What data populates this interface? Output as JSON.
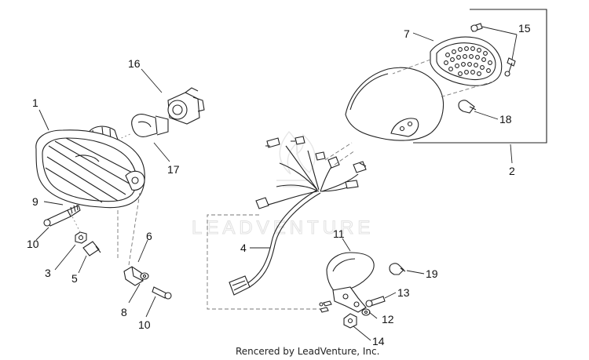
{
  "diagram": {
    "callouts": [
      {
        "id": "c1",
        "number": "1"
      },
      {
        "id": "c16",
        "number": "16"
      },
      {
        "id": "c17",
        "number": "17"
      },
      {
        "id": "c9",
        "number": "9"
      },
      {
        "id": "c10a",
        "number": "10"
      },
      {
        "id": "c3",
        "number": "3"
      },
      {
        "id": "c5",
        "number": "5"
      },
      {
        "id": "c6",
        "number": "6"
      },
      {
        "id": "c8",
        "number": "8"
      },
      {
        "id": "c10b",
        "number": "10"
      },
      {
        "id": "c4",
        "number": "4"
      },
      {
        "id": "c11",
        "number": "11"
      },
      {
        "id": "c19",
        "number": "19"
      },
      {
        "id": "c13",
        "number": "13"
      },
      {
        "id": "c12",
        "number": "12"
      },
      {
        "id": "c14",
        "number": "14"
      },
      {
        "id": "c7",
        "number": "7"
      },
      {
        "id": "c15",
        "number": "15"
      },
      {
        "id": "c18",
        "number": "18"
      },
      {
        "id": "c2",
        "number": "2"
      }
    ],
    "watermark": "LEADVENTURE",
    "footer": "Rencered by LeadVenture, Inc."
  }
}
